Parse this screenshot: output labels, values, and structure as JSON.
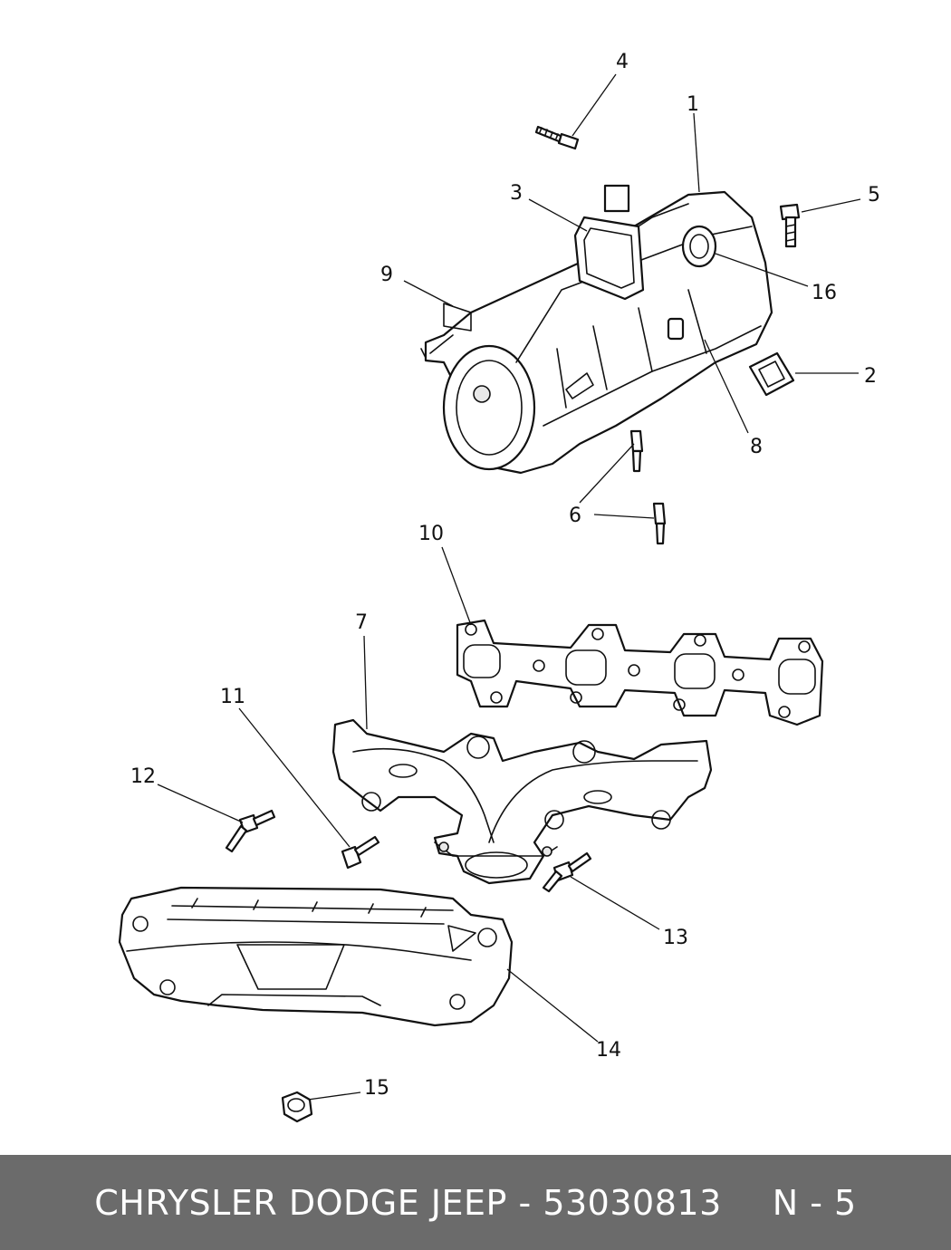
{
  "callouts": [
    "1",
    "2",
    "3",
    "4",
    "5",
    "6",
    "7",
    "8",
    "9",
    "10",
    "11",
    "12",
    "13",
    "14",
    "15",
    "16"
  ],
  "footer": {
    "brand": "CHRYSLER DODGE JEEP",
    "separator": " - ",
    "part_number": "53030813",
    "page": "N - 5"
  },
  "colors": {
    "footer_bg": "#6b6b6b",
    "footer_text": "#ffffff",
    "line": "#111111"
  }
}
